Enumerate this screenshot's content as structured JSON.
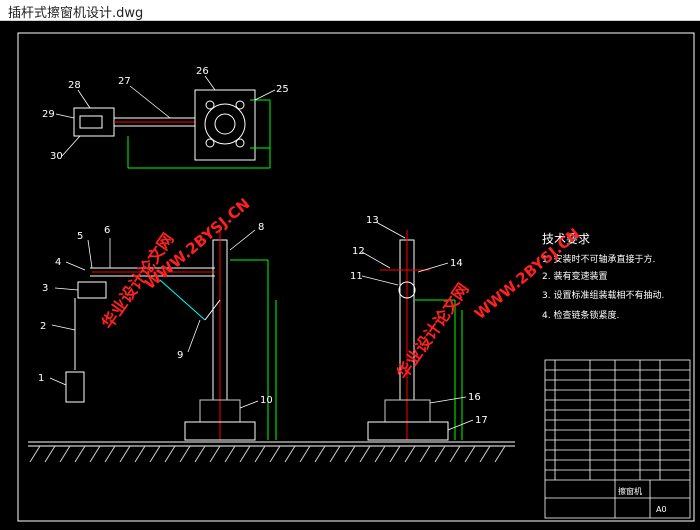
{
  "window": {
    "title": "插杆式擦窗机设计.dwg"
  },
  "part_labels": [
    "1",
    "2",
    "3",
    "4",
    "5",
    "6",
    "8",
    "9",
    "10",
    "11",
    "12",
    "13",
    "14",
    "16",
    "17",
    "25",
    "26",
    "27",
    "28",
    "29",
    "30"
  ],
  "tech_req": {
    "title": "技术要求",
    "lines": [
      "1. 安装时不可轴承直接于方.",
      "2. 装有变速装置",
      "3. 设置标准组装载相不有抽动.",
      "4. 检查链条锁紧度."
    ]
  },
  "watermarks": [
    "华业设计论文网",
    "WWW.2BYSJ.CN"
  ],
  "title_block": {
    "name": "擦窗机",
    "sheet": "A0"
  },
  "colors": {
    "background": "#000000",
    "lines": "#ffffff",
    "accent": "#ff0000",
    "dims": "#00ff00",
    "watermark": "#ff2020"
  }
}
